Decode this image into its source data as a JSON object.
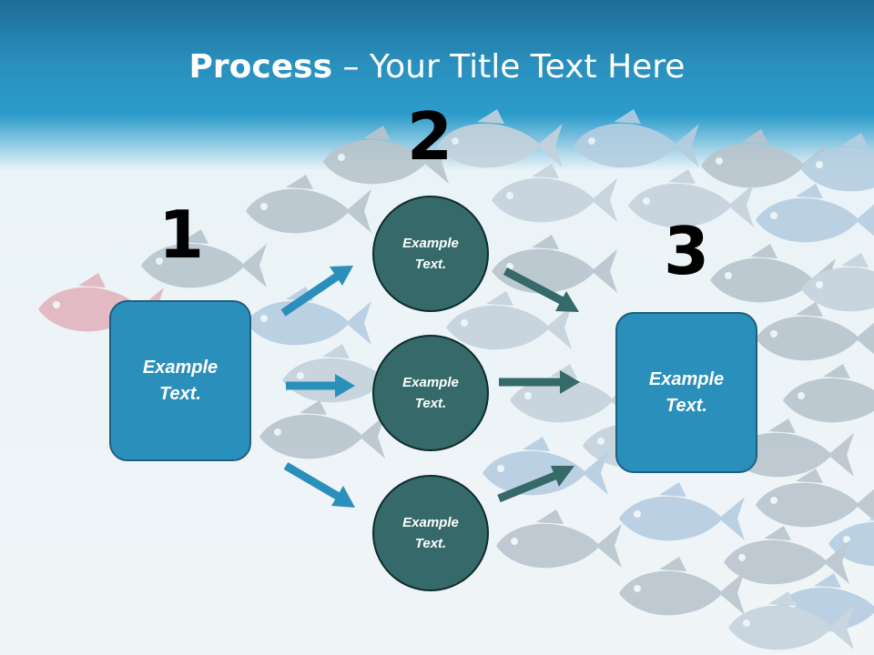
{
  "title": {
    "bold": "Process",
    "separator": " – ",
    "rest": "Your Title Text Here"
  },
  "steps": {
    "one": {
      "number": "1",
      "text": "Example\nText."
    },
    "two": {
      "number": "2",
      "circles": [
        {
          "text": "Example\nText."
        },
        {
          "text": "Example\nText."
        },
        {
          "text": "Example\nText."
        }
      ]
    },
    "three": {
      "number": "3",
      "text": "Example\nText."
    }
  },
  "colors": {
    "box_fill": "#2b8fbb",
    "circle_fill": "#35696a",
    "arrow_blue": "#2b8fbb",
    "arrow_teal": "#35696a",
    "fish_gray": "#b8c4cc",
    "fish_blue": "#b5cde0",
    "fish_red": "#e3b4bd"
  }
}
